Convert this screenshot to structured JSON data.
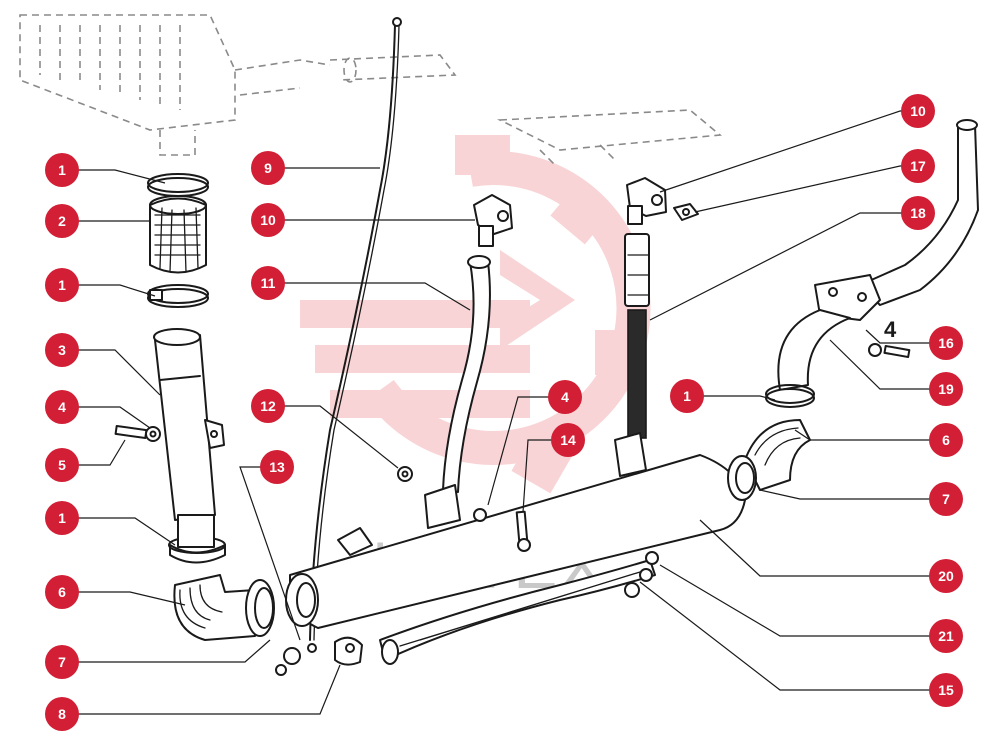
{
  "diagram": {
    "watermark": "ИНТЕХ",
    "inline_label": "4",
    "colors": {
      "callout_fill": "#d21f35",
      "callout_text": "#ffffff",
      "line_ink": "#1a1a1a",
      "watermark_logo": "#f3b1b5",
      "watermark_text": "#c9c9c9"
    },
    "callouts": [
      {
        "label": "1"
      },
      {
        "label": "2"
      },
      {
        "label": "1"
      },
      {
        "label": "3"
      },
      {
        "label": "4"
      },
      {
        "label": "5"
      },
      {
        "label": "1"
      },
      {
        "label": "6"
      },
      {
        "label": "7"
      },
      {
        "label": "8"
      },
      {
        "label": "9"
      },
      {
        "label": "10"
      },
      {
        "label": "11"
      },
      {
        "label": "12"
      },
      {
        "label": "13"
      },
      {
        "label": "4"
      },
      {
        "label": "14"
      },
      {
        "label": "1"
      },
      {
        "label": "10"
      },
      {
        "label": "17"
      },
      {
        "label": "18"
      },
      {
        "label": "16"
      },
      {
        "label": "19"
      },
      {
        "label": "6"
      },
      {
        "label": "7"
      },
      {
        "label": "20"
      },
      {
        "label": "21"
      },
      {
        "label": "15"
      }
    ]
  }
}
